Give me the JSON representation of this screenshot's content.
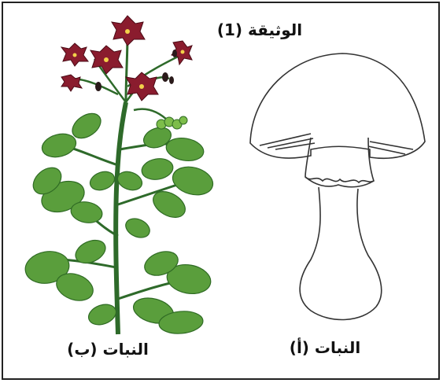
{
  "document": {
    "title": "الوثيقة (1)"
  },
  "plants": [
    {
      "id": "b",
      "caption": "النبات (ب)"
    },
    {
      "id": "a",
      "caption": "النبات (أ)"
    }
  ],
  "colors": {
    "frame": "#222222",
    "leaf": "#5a9e3c",
    "leaf_dark": "#2f6b24",
    "stem": "#2e6a2a",
    "flower": "#8a1c2e",
    "mushroom_outline": "#333333"
  }
}
